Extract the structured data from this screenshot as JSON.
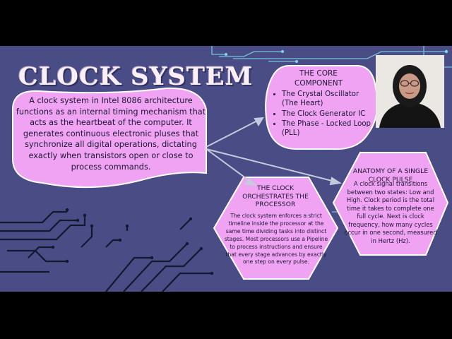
{
  "slide": {
    "title": "CLOCK SYSTEM",
    "intro_text": "A clock system in Intel 8086 architecture functions as an internal timing mechanism that acts as the heartbeat of the computer. It generates continuous electronic pluses that synchronize all digital operations, dictating exactly when transistors open or close to process commands.",
    "core_component": {
      "heading": "THE CORE COMPONENT",
      "items": [
        "The Crystal Oscillator (The Heart)",
        "The Clock Generator IC",
        "The Phase - Locked Loop (PLL)"
      ]
    },
    "orchestrates": {
      "heading": "THE CLOCK ORCHESTRATES THE PROCESSOR",
      "body": "The clock system enforces a strict timeline inside the processor at the same time dividing tasks into distinct stages. Most processors use a Pipeline to process instructions and ensure that every stage advances by exactly one step on every pulse."
    },
    "anatomy": {
      "heading": "ANATOMY OF A SINGLE CLOCK PULSE",
      "body": "A clock signal transitions between two states: Low and High. Clock period is the total time it takes to complete one full cycle. Next is clock frequency, how many cycles occur in one second, measured in Hertz (Hz)."
    }
  },
  "colors": {
    "background": "#4a4c86",
    "panel": "#efa3f2",
    "panel_border": "#ffffff",
    "circuit_light": "#7fd6ec",
    "circuit_dark": "#14182f",
    "title": "#fbeff6",
    "letterbox": "#000000"
  },
  "icons": [
    "arrow-icon",
    "circuit-lines-decoration",
    "presenter-video"
  ]
}
